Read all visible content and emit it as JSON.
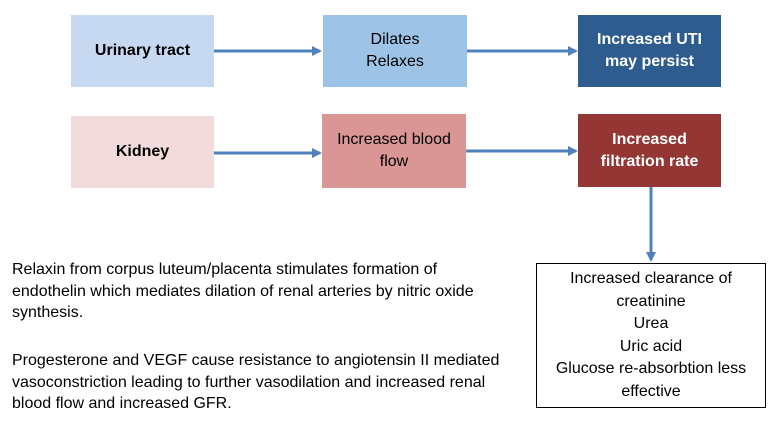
{
  "row1": {
    "start": "Urinary tract",
    "middle": "Dilates\nRelaxes",
    "end": "Increased UTI\nmay persist"
  },
  "row2": {
    "start": "Kidney",
    "middle": "Increased blood\nflow",
    "end": "Increased\nfiltration rate"
  },
  "outcome": "Increased clearance of\ncreatinine\nUrea\nUric acid\nGlucose re-absorbtion less\neffective",
  "notes": [
    "Relaxin from corpus luteum/placenta stimulates formation of endothelin which mediates dilation of renal arteries by nitric oxide synthesis.",
    "Progesterone and VEGF cause resistance to angiotensin II mediated vasoconstriction leading to further vasodilation and increased renal blood flow and increased GFR."
  ],
  "colors": {
    "urinary_tract_box": "#c6d9f1",
    "dilates_box": "#9dc3e6",
    "uti_box": "#2e5c8e",
    "kidney_box": "#f2dcdb",
    "blood_flow_box": "#d99694",
    "filtration_box": "#943634",
    "arrow": "#4f81bd"
  }
}
